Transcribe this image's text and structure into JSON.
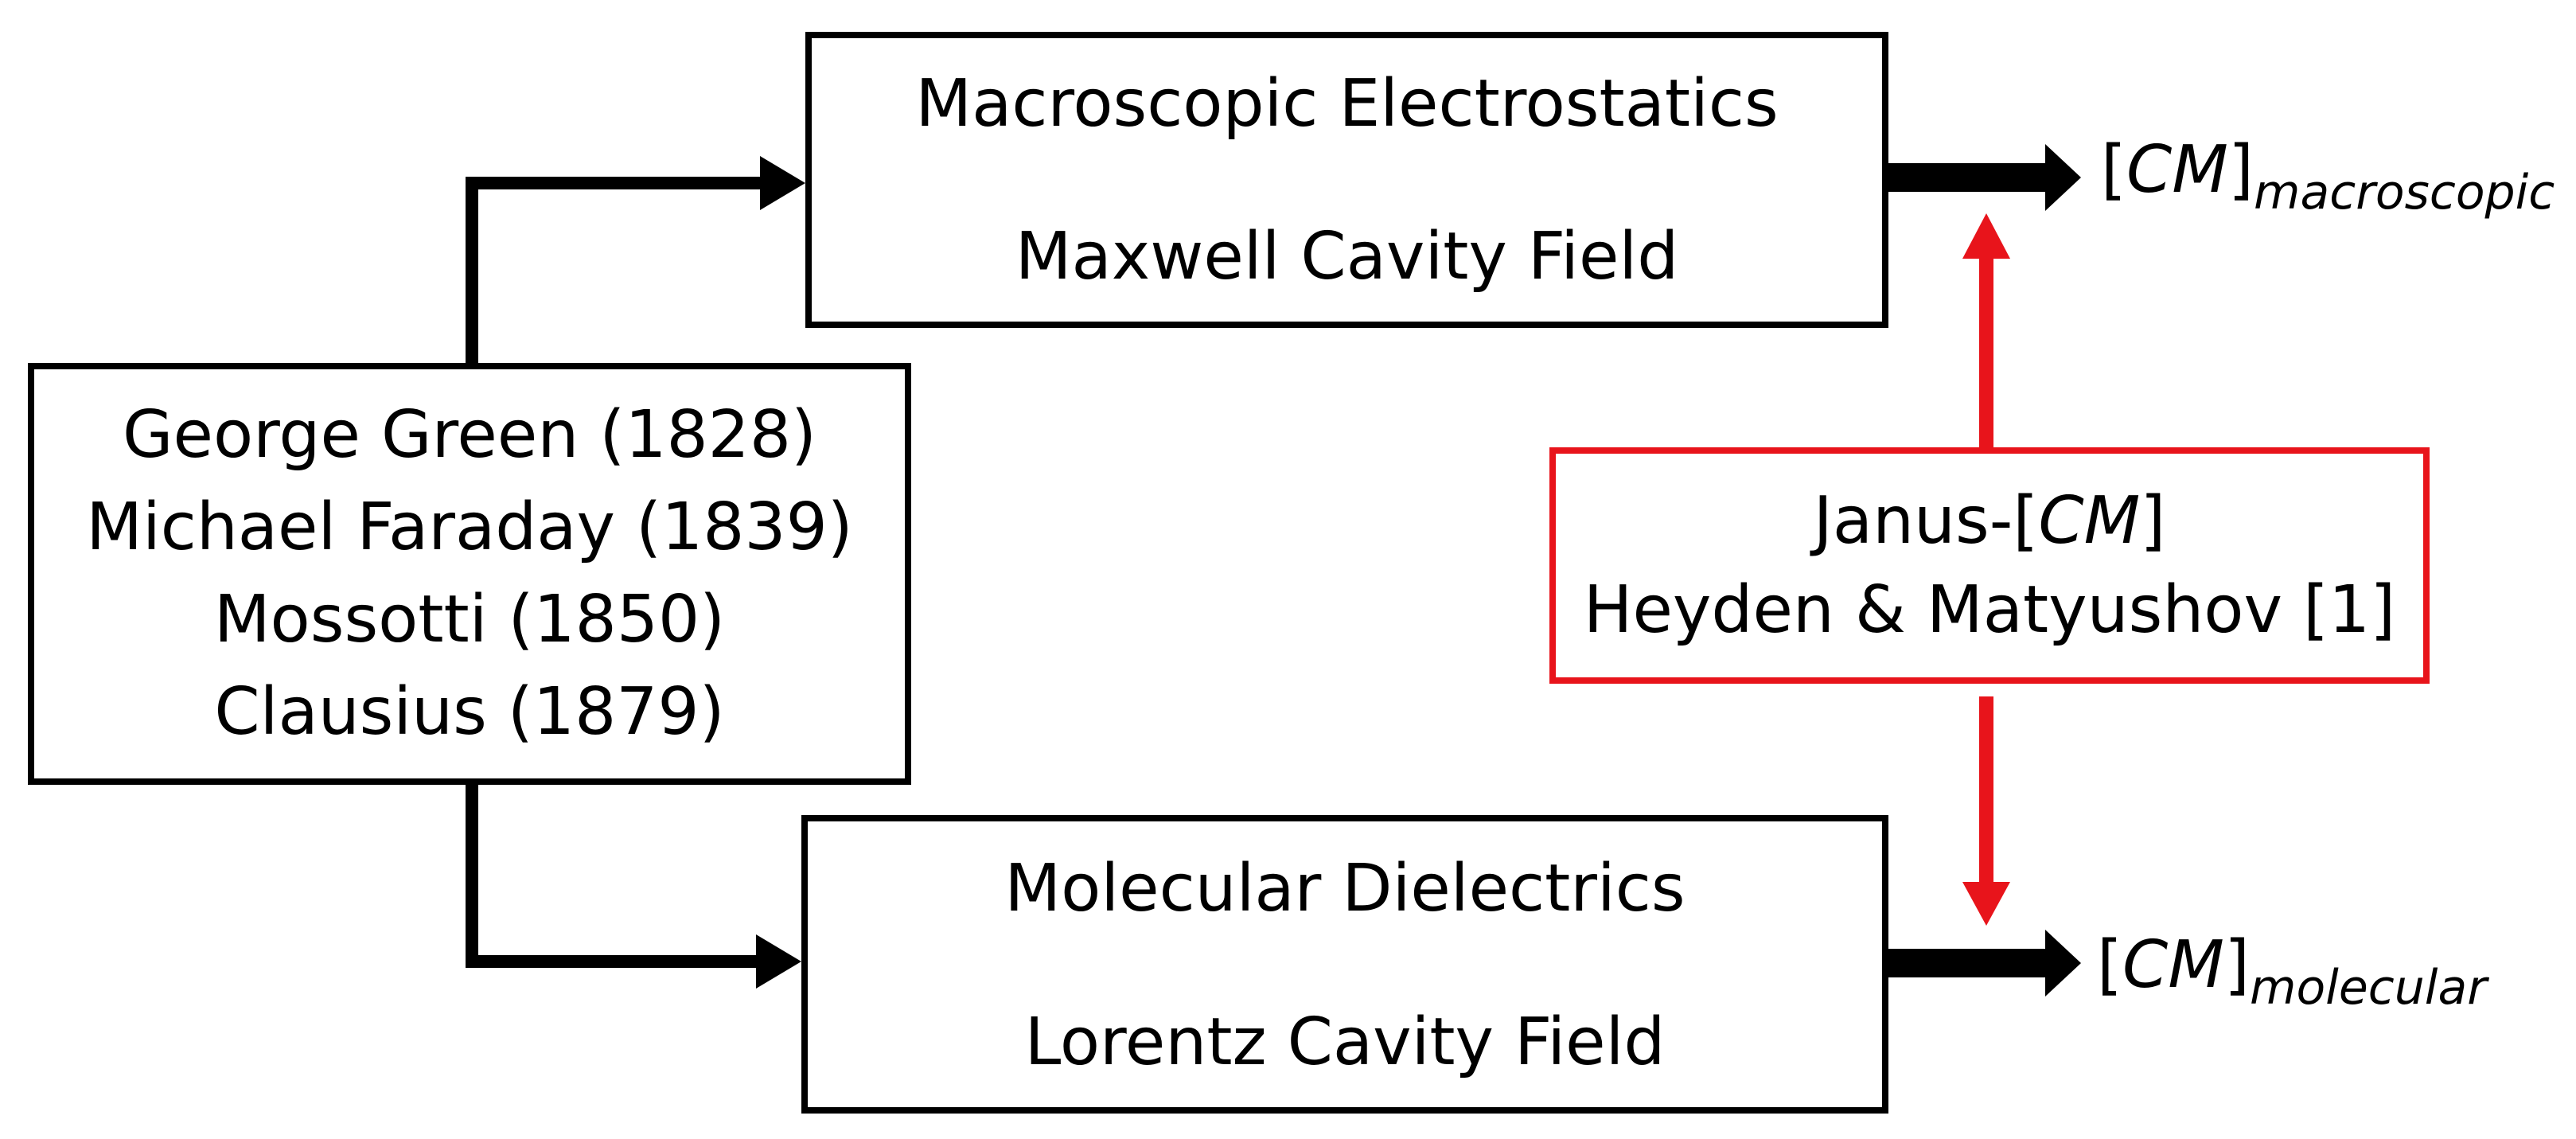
{
  "boxes": {
    "top": {
      "line1": "Macroscopic Electrostatics",
      "line2": "Maxwell Cavity Field"
    },
    "bottom": {
      "line1": "Molecular Dielectrics",
      "line2": "Lorentz Cavity Field"
    },
    "left": {
      "lines": [
        "George Green (1828)",
        "Michael Faraday (1839)",
        "Mossotti (1850)",
        "Clausius (1879)"
      ]
    },
    "red": {
      "line1_prefix": "Janus-[",
      "line1_italic": "CM",
      "line1_suffix": "]",
      "line2": "Heyden & Matyushov [1]"
    }
  },
  "outputs": {
    "macro": {
      "open": "[",
      "italic": "CM",
      "close": "]",
      "subscript": "macroscopic"
    },
    "molecular": {
      "open": "[",
      "italic": "CM",
      "close": "]",
      "subscript": "molecular"
    }
  },
  "colors": {
    "stroke": "#000000",
    "accent": "#e8141b",
    "background": "#ffffff"
  }
}
